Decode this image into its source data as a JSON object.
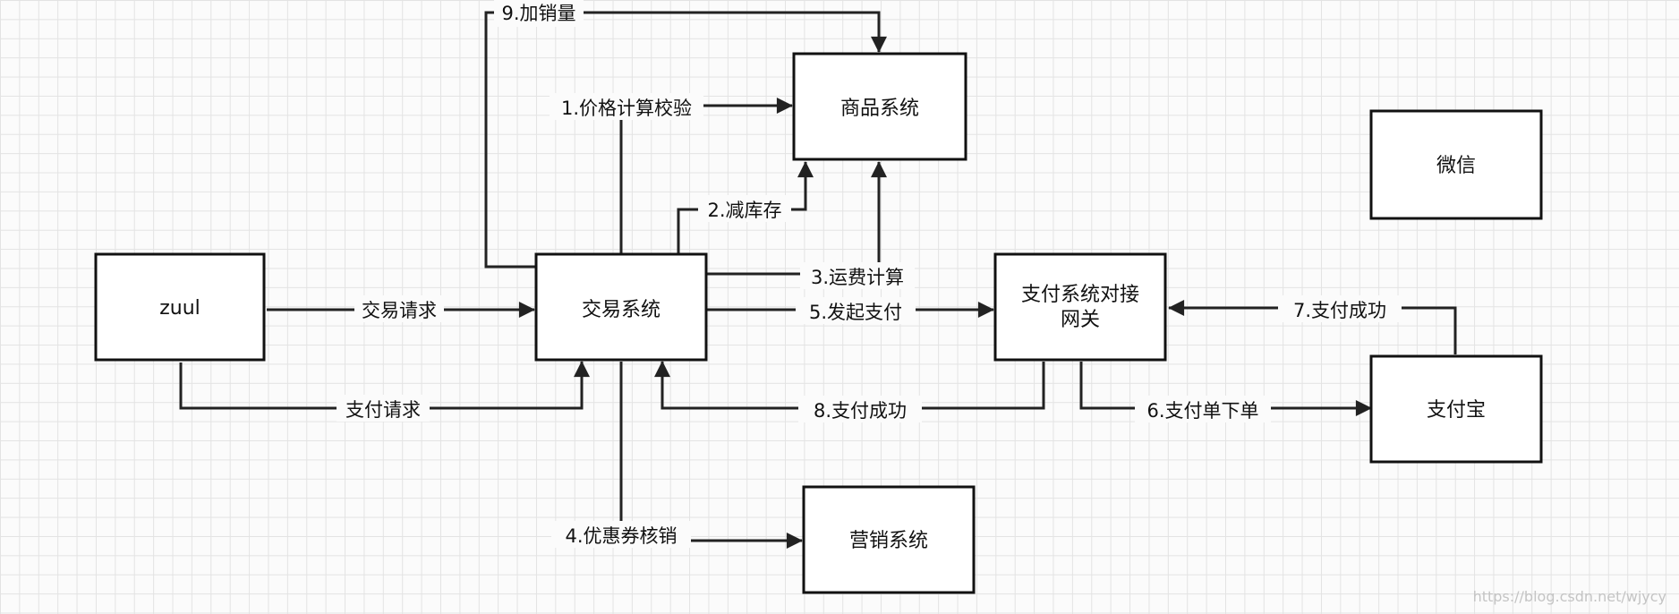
{
  "boxes": {
    "zuul": "zuul",
    "trade": "交易系统",
    "product": "商品系统",
    "wechat": "微信",
    "gateway_line1": "支付系统对接",
    "gateway_line2": "网关",
    "alipay": "支付宝",
    "marketing": "营销系统"
  },
  "edges": {
    "trade_request": "交易请求",
    "pay_request": "支付请求",
    "price_check": "1.价格计算校验",
    "reduce_stock": "2.减库存",
    "freight_calc": "3.运费计算",
    "coupon_writeoff": "4.优惠券核销",
    "initiate_payment": "5.发起支付",
    "pay_order": "6.支付单下单",
    "pay_success_7": "7.支付成功",
    "pay_success_8": "8.支付成功",
    "add_sales": "9.加销量"
  },
  "watermark": "https://blog.csdn.net/wjycy"
}
